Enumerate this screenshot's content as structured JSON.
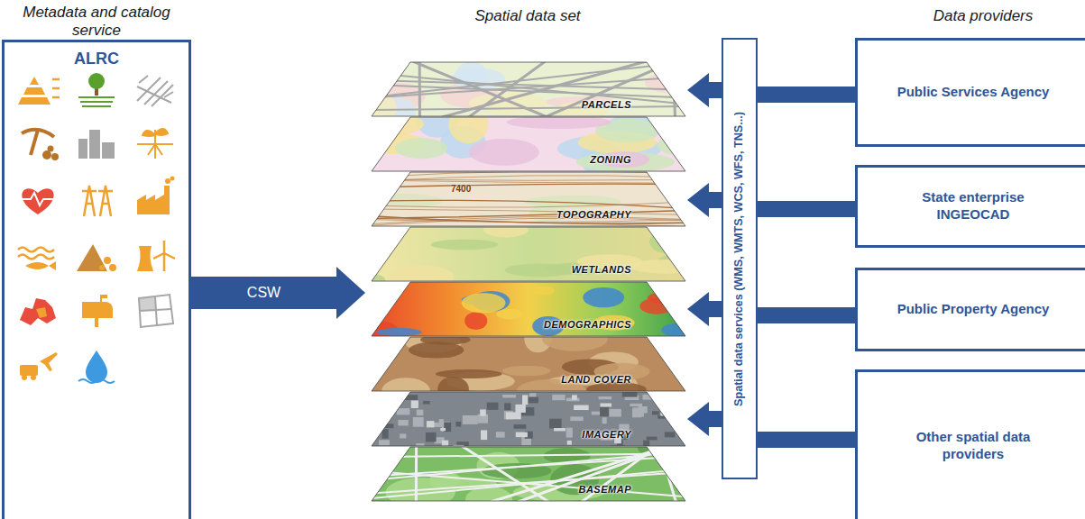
{
  "diagram": {
    "nodes": [
      {
        "text": [
          "Metadata and catalog service",
          "ALRC"
        ]
      },
      {
        "text": [
          "Spatial data set"
        ]
      },
      {
        "text": [
          "PARCELS"
        ],
        "in": 1
      },
      {
        "text": [
          "ZONING"
        ],
        "in": 1
      },
      {
        "text": [
          "TOPOGRAPHY"
        ],
        "in": 1
      },
      {
        "text": [
          "WETLANDS"
        ],
        "in": 1
      },
      {
        "text": [
          "DEMOGRAPHICS"
        ],
        "in": 1
      },
      {
        "text": [
          "LAND COVER"
        ],
        "in": 1
      },
      {
        "text": [
          "IMAGERY"
        ],
        "in": 1
      },
      {
        "text": [
          "BASEMAP"
        ],
        "in": 1
      },
      {
        "text": [
          "Spatial data services (WMS, WMTS, WCS, WFS, TNS...)"
        ]
      },
      {
        "text": [
          "Public Services Agency"
        ]
      },
      {
        "text": [
          "State enterprise INGEOCAD"
        ]
      },
      {
        "text": [
          "Public Property Agency"
        ]
      },
      {
        "text": [
          "Other spatial data providers"
        ]
      }
    ],
    "edges": [
      {
        "from": 0,
        "to": 1,
        "arrow": "to",
        "label": "CSW"
      },
      {
        "from": 10,
        "to": 2,
        "arrow": "to"
      },
      {
        "from": 10,
        "to": 4,
        "arrow": "to"
      },
      {
        "from": 10,
        "to": 6,
        "arrow": "to"
      },
      {
        "from": 10,
        "to": 8,
        "arrow": "to"
      },
      {
        "from": 11,
        "to": 10,
        "arrow": "none"
      },
      {
        "from": 12,
        "to": 10,
        "arrow": "none"
      },
      {
        "from": 13,
        "to": 10,
        "arrow": "none"
      },
      {
        "from": 14,
        "to": 10,
        "arrow": "none"
      }
    ],
    "labels": [
      "Data providers",
      "7400"
    ]
  }
}
